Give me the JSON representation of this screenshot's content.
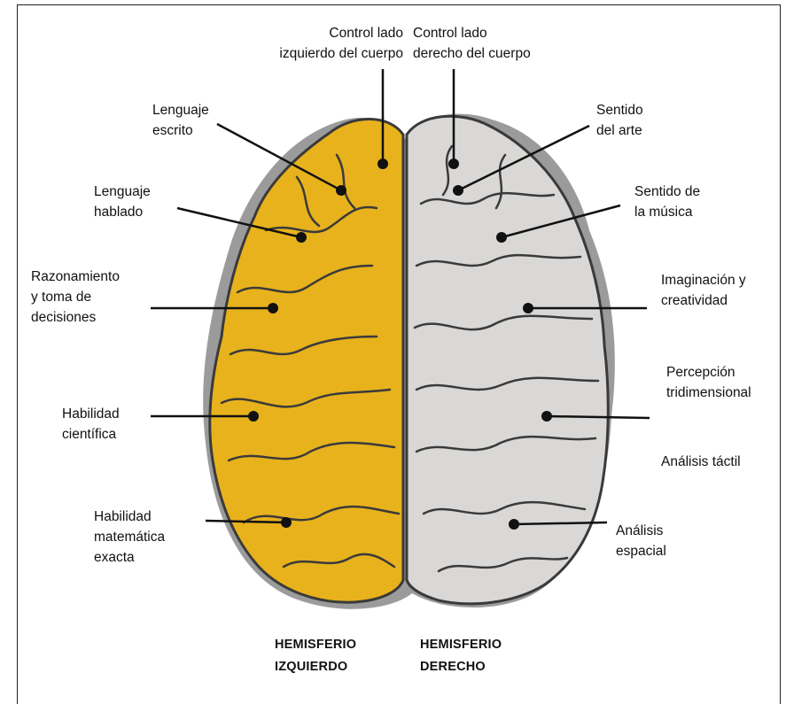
{
  "labels": {
    "control_izquierdo": "Control lado\nizquierdo del cuerpo",
    "control_derecho": "Control lado\nderecho del cuerpo",
    "lenguaje_escrito": "Lenguaje\nescrito",
    "lenguaje_hablado": "Lenguaje\nhablado",
    "razonamiento": "Razonamiento\ny toma de\ndecisiones",
    "habilidad_cientifica": "Habilidad\ncientífica",
    "habilidad_matematica": "Habilidad\nmatemática\nexacta",
    "sentido_arte": "Sentido\ndel arte",
    "sentido_musica": "Sentido de\nla música",
    "imaginacion": "Imaginación y\ncreatividad",
    "percepcion": "Percepción\ntridimensional",
    "analisis_tactil": "Análisis táctil",
    "analisis_espacial": "Análisis\nespacial"
  },
  "hemispheres": {
    "left": "HEMISFERIO\nIZQUIERDO",
    "right": "HEMISFERIO\nDERECHO"
  },
  "colors": {
    "left_hemisphere": "#e8b21c",
    "right_hemisphere": "#d9d8d7",
    "outline": "#3a3a3a",
    "shadow": "#9b9b9b"
  }
}
